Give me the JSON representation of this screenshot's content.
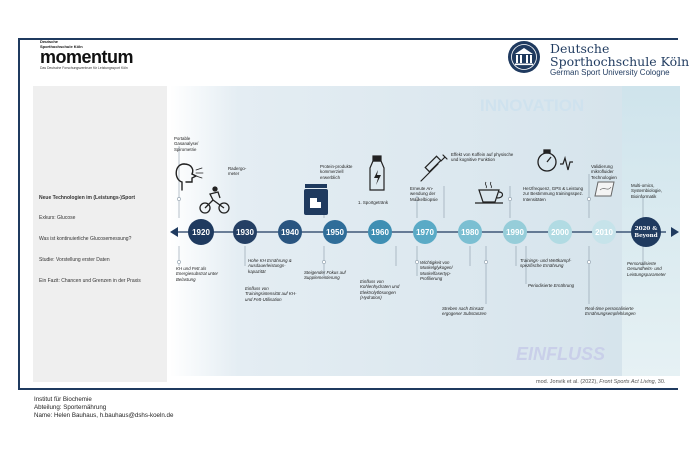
{
  "logos": {
    "momentum": {
      "line1": "Deutsche",
      "line2": "Sporthochschule Köln",
      "word": "momentum",
      "tagline": "Das Deutsche Forschungszentrum für Leistungssport Köln"
    },
    "dshs": {
      "name_line1": "Deutsche",
      "name_line2": "Sporthochschule Köln",
      "subtitle": "German Sport University Cologne"
    }
  },
  "agenda": [
    "Neue Technologien im (Leistungs-)Sport",
    "Exkurs: Glucose",
    "Was ist kontinuierliche Glucosemessung?",
    "Studie: Vorstellung erster Daten",
    "Ein Fazit: Chancen und Grenzen in der Praxis"
  ],
  "diagram": {
    "innovation_label": "INNOVATION",
    "einfluss_label": "EINFLUSS",
    "decades": [
      "1920",
      "1930",
      "1940",
      "1950",
      "1960",
      "1970",
      "1980",
      "1990",
      "2000",
      "2010"
    ],
    "final_label": "2020 & Beyond",
    "innovations": [
      "Portable Gasanalyse/ Spirometrie",
      "Radergo- meter",
      "Protein-produkte kommerziell erwerblich",
      "1. Sportgetränk",
      "Erneute An- wendung der Muskelbiopsie",
      "Effekt von Koffein auf physische und kognitive Funktion",
      "Herzfrequenz, GPS & Leistung zur Bestimmung trainingsspez. Intensitäten",
      "Validierung mikrofluider Technologien",
      "Multi-omics, Systembiologie, Bioinformatik"
    ],
    "influences": [
      "KH und Fett als Energiesubstrat unter Belastung",
      "Einfluss von Trainingsintensität auf KH- und Fett-Utilisation",
      "Hohe KH Ernährung & Ausdauerleistungs- kapazität",
      "Steigender Fokus auf Supplementierung",
      "Einfluss von Kohlenhydraten und Elektrolytlösungen (Hydration)",
      "Wichtigkeit von Muskelglykogen/ Muskelfasertyp- Profilierung",
      "Streben nach Einsatz ergogener Substanzen",
      "Trainings- und Wettkampf- spezifische Ernährung",
      "Periodisierte Ernährung",
      "Real-time personalisierte Ernährungsempfehlungen",
      "Personalisierte Gesundheits- und Leistungsparameter"
    ],
    "icons": [
      "person-breathing-icon",
      "cyclist-icon",
      "protein-jar-icon",
      "sports-drink-bottle-icon",
      "syringe-icon",
      "coffee-cup-icon",
      "stopwatch-icon",
      "heartbeat-icon",
      "microfluidic-patch-icon"
    ],
    "colors": {
      "timeline_band": "#dfe9f0",
      "node_dark": "#1f3a5f",
      "node_mid": "#2f6d99",
      "node_light": "#69b2c9",
      "node_pale": "#c6e3ea",
      "innovation_text": "#cfe2ee",
      "einfluss_text": "#c9cfe9",
      "final_column": "#d7e9ef"
    }
  },
  "citation": {
    "prefix": "mod. Jonvik et al. (2022),",
    "journal": "Front Sports Act Living,",
    "suffix": "30."
  },
  "footer": {
    "line1": "Institut für Biochemie",
    "line2": "Abteilung: Sporternährung",
    "line3": "Name: Helen Bauhaus, h.bauhaus@dshs-koeln.de"
  }
}
